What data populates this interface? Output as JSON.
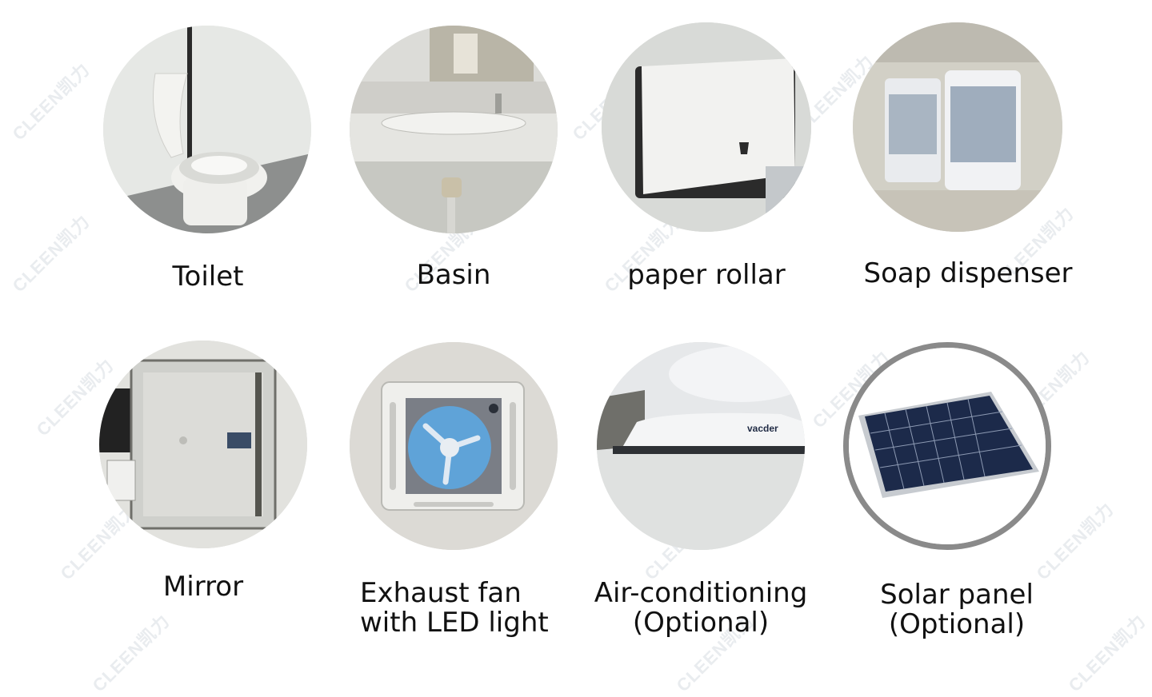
{
  "watermark": "CLEEN凯力",
  "items": [
    {
      "label_lines": [
        "Toilet"
      ],
      "icon": "toilet-icon"
    },
    {
      "label_lines": [
        "Basin"
      ],
      "icon": "basin-icon"
    },
    {
      "label_lines": [
        "paper rollar"
      ],
      "icon": "paper-towel-dispenser-icon"
    },
    {
      "label_lines": [
        "Soap dispenser"
      ],
      "icon": "soap-dispenser-icon"
    },
    {
      "label_lines": [
        "Mirror"
      ],
      "icon": "mirror-icon"
    },
    {
      "label_lines": [
        "Exhaust fan",
        "with LED light"
      ],
      "icon": "exhaust-fan-icon"
    },
    {
      "label_lines": [
        "Air-conditioning",
        "(Optional)"
      ],
      "icon": "air-conditioner-icon"
    },
    {
      "label_lines": [
        "Solar panel",
        "(Optional)"
      ],
      "icon": "solar-panel-icon"
    }
  ],
  "ac_brand": "vacder",
  "colors": {
    "ring": "#8a8a8a",
    "panel": "#1c2a4a",
    "fan_blue": "#5fa3d8"
  }
}
